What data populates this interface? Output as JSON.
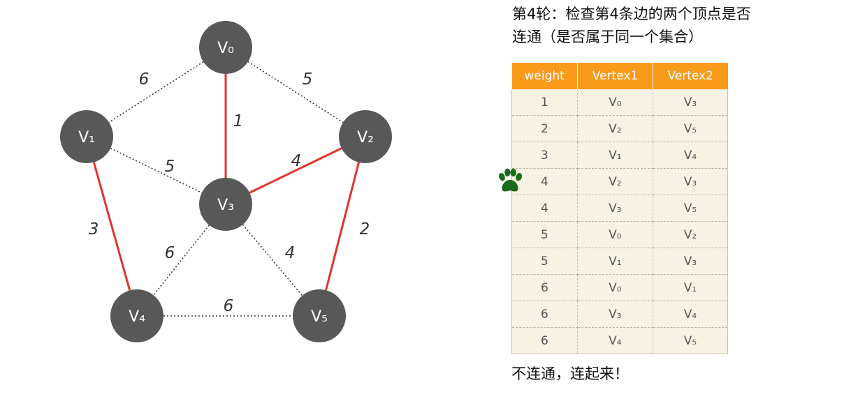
{
  "heading": {
    "line1": "第4轮：检查第4条边的两个顶点是否",
    "line2": "连通（是否属于同一个集合）"
  },
  "graph": {
    "vertices": [
      {
        "id": "v0",
        "label": "V₀"
      },
      {
        "id": "v1",
        "label": "V₁"
      },
      {
        "id": "v2",
        "label": "V₂"
      },
      {
        "id": "v3",
        "label": "V₃"
      },
      {
        "id": "v4",
        "label": "V₄"
      },
      {
        "id": "v5",
        "label": "V₅"
      }
    ],
    "edges": [
      {
        "from": "v0",
        "to": "v1",
        "weight": "6",
        "selected": false
      },
      {
        "from": "v0",
        "to": "v2",
        "weight": "5",
        "selected": false
      },
      {
        "from": "v0",
        "to": "v3",
        "weight": "1",
        "selected": true
      },
      {
        "from": "v1",
        "to": "v3",
        "weight": "5",
        "selected": false
      },
      {
        "from": "v1",
        "to": "v4",
        "weight": "3",
        "selected": true
      },
      {
        "from": "v2",
        "to": "v3",
        "weight": "4",
        "selected": true
      },
      {
        "from": "v2",
        "to": "v5",
        "weight": "2",
        "selected": true
      },
      {
        "from": "v3",
        "to": "v4",
        "weight": "6",
        "selected": false
      },
      {
        "from": "v3",
        "to": "v5",
        "weight": "4",
        "selected": false
      },
      {
        "from": "v4",
        "to": "v5",
        "weight": "6",
        "selected": false
      }
    ],
    "colors": {
      "vertex": "#585858",
      "selected_edge": "#e0352b",
      "unselected_edge": "#333333"
    }
  },
  "table": {
    "headers": [
      "weight",
      "Vertex1",
      "Vertex2"
    ],
    "rows": [
      [
        "1",
        "V₀",
        "V₃"
      ],
      [
        "2",
        "V₂",
        "V₅"
      ],
      [
        "3",
        "V₁",
        "V₄"
      ],
      [
        "4",
        "V₂",
        "V₃"
      ],
      [
        "4",
        "V₃",
        "V₅"
      ],
      [
        "5",
        "V₀",
        "V₂"
      ],
      [
        "5",
        "V₁",
        "V₃"
      ],
      [
        "6",
        "V₀",
        "V₁"
      ],
      [
        "6",
        "V₃",
        "V₄"
      ],
      [
        "6",
        "V₄",
        "V₅"
      ]
    ],
    "current_row": 4,
    "colors": {
      "header_bg": "#f99a1b",
      "row_bg": "#f8f2e2"
    }
  },
  "pointer": {
    "icon": "paw-icon",
    "color": "#1a6b1a"
  },
  "conclusion": "不连通，连起来！"
}
